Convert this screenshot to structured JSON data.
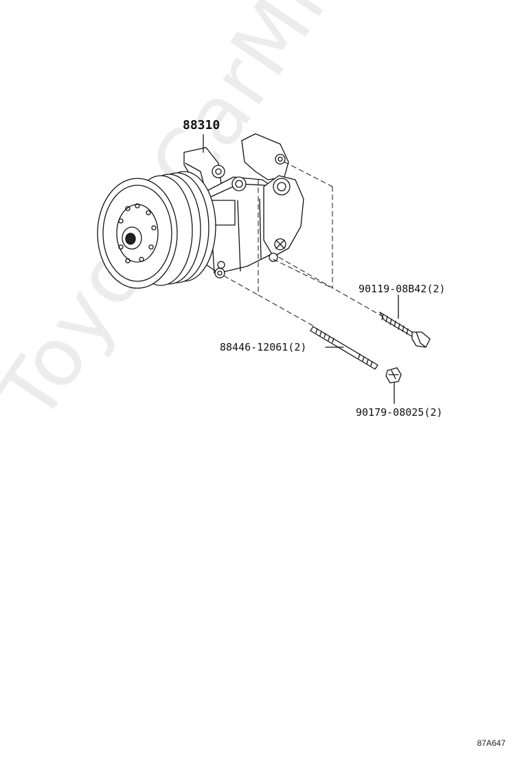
{
  "watermark": "ToyotaCarMine.ru",
  "parts": {
    "compressor": "88310",
    "bolt": "90119-08B42(2)",
    "stud": "88446-12061(2)",
    "nut": "90179-08025(2)"
  },
  "diagram_code": "87A647"
}
